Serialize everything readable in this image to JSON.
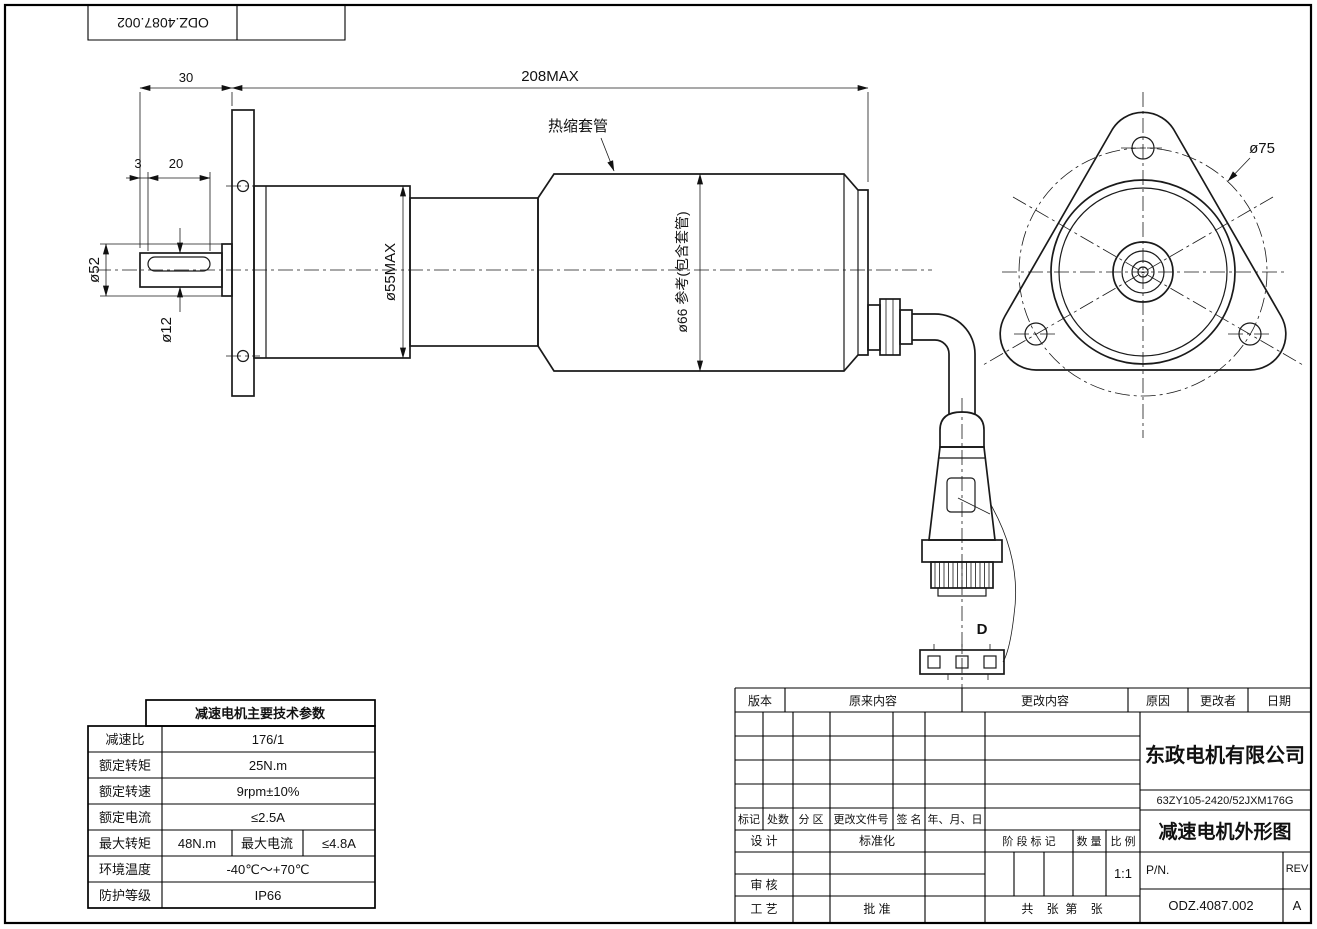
{
  "sheet": {
    "corner_doc_number": "ODZ.4087.002"
  },
  "drawing": {
    "dims": {
      "shaft_length": "30",
      "overall_length": "208MAX",
      "keyway_offset": "3",
      "keyway_length": "20",
      "flange_boss_dia": "ø52",
      "shaft_dia": "ø12",
      "gearbox_dia": "ø55MAX",
      "motor_dia": "ø66 参考(包含套管)",
      "bolt_circle_dia": "ø75"
    },
    "labels": {
      "heat_shrink_tube": "热缩套管",
      "connector_detail": "D"
    }
  },
  "params": {
    "title": "减速电机主要技术参数",
    "rows": [
      {
        "label": "减速比",
        "value": "176/1"
      },
      {
        "label": "额定转矩",
        "value": "25N.m"
      },
      {
        "label": "额定转速",
        "value": "9rpm±10%"
      },
      {
        "label": "额定电流",
        "value": "≤2.5A"
      },
      {
        "label": "最大转矩",
        "value": "48N.m",
        "label2": "最大电流",
        "value2": "≤4.8A"
      },
      {
        "label": "环境温度",
        "value": "-40℃～+70℃"
      },
      {
        "label": "防护等级",
        "value": "IP66"
      }
    ]
  },
  "titleblock": {
    "header": {
      "version": "版本",
      "original": "原来内容",
      "changed": "更改内容",
      "reason": "原因",
      "changer": "更改者",
      "date": "日期"
    },
    "change_row": {
      "mark": "标记",
      "count": "处数",
      "zone": "分 区",
      "file_no": "更改文件号",
      "sign": "签 名",
      "date": "年、月、日"
    },
    "roles": {
      "design": "设 计",
      "standardize": "标准化",
      "check": "审 核",
      "process": "工 艺",
      "approve": "批 准"
    },
    "stage": {
      "mark": "阶 段 标 记",
      "qty": "数 量",
      "scale": "比 例",
      "scale_value": "1:1"
    },
    "sheets": "共    张  第    张",
    "company": "东政电机有限公司",
    "model": "63ZY105-2420/52JXM176G",
    "drawing_title": "减速电机外形图",
    "pn_label": "P/N.",
    "rev_label": "REV",
    "doc_number": "ODZ.4087.002",
    "rev_value": "A"
  }
}
